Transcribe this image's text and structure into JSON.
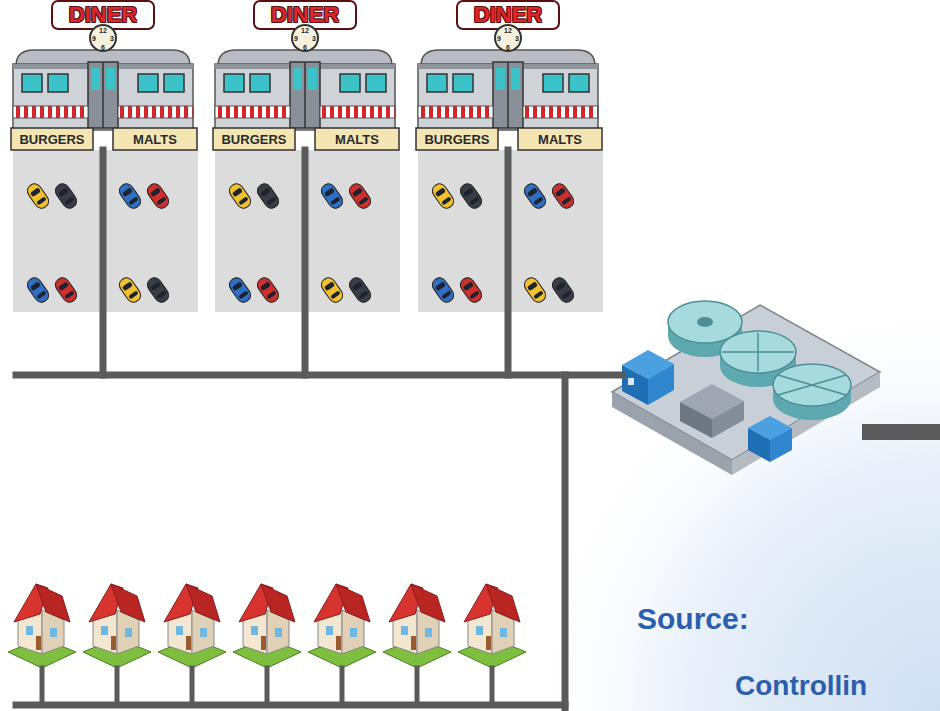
{
  "diagram": {
    "labels": [
      "DINER",
      "12",
      "9",
      "3",
      "6",
      "BURGERS",
      "MALTS",
      "DINER",
      "12",
      "9",
      "3",
      "6",
      "BURGERS",
      "MALTS",
      "DINER",
      "12",
      "9",
      "3",
      "6",
      "BURGERS",
      "MALTS",
      "Source:",
      "Controllin"
    ]
  }
}
